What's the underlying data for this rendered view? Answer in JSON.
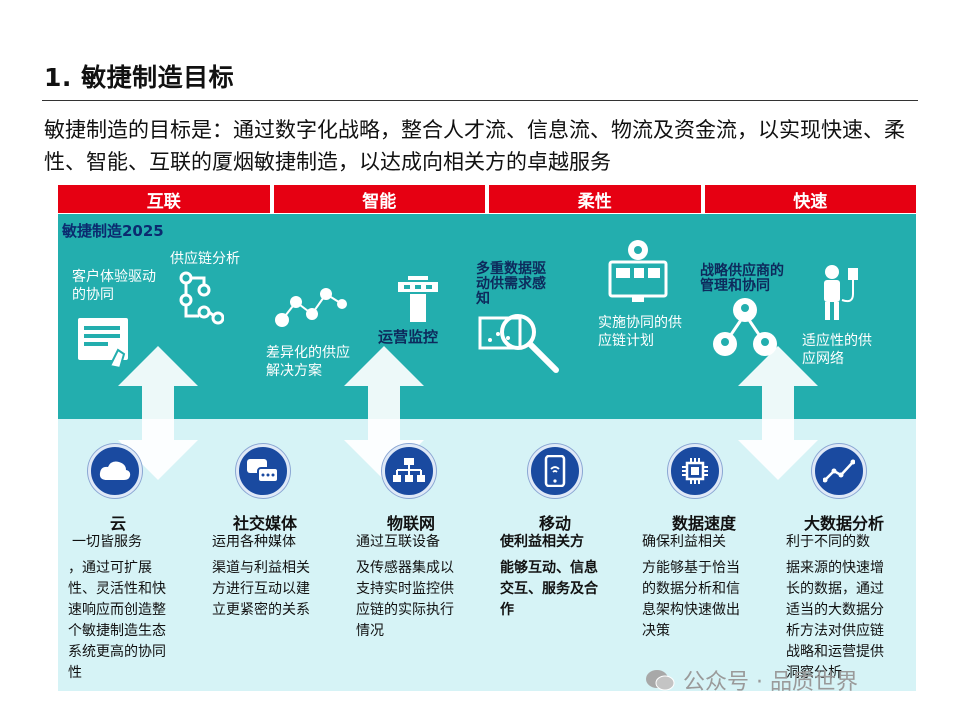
{
  "title": "1. 敏捷制造目标",
  "intro": "敏捷制造的目标是：通过数字化战略，整合人才流、信息流、物流及资金流，以实现快速、柔性、智能、互联的厦烟敏捷制造，以达成向相关方的卓越服务",
  "tabs": [
    "互联",
    "智能",
    "柔性",
    "快速"
  ],
  "panel_title": "敏捷制造2025",
  "upper": {
    "customer": "客户体验驱动的协同",
    "supply_chain": "供应链分析",
    "diff": "差异化的供应解决方案",
    "ops": "运营监控",
    "multi": "多重数据驱动供需求感知",
    "implement": "实施协同的供应链计划",
    "strategy": "战略供应商的管理和协同",
    "adaptive": "适应性的供应网络"
  },
  "channels": [
    {
      "title": "云",
      "lines": [
        "一切皆服务",
        "，通过可扩展性、灵活性和快速响应而创造整个敏捷制造生态系统更高的协同性"
      ]
    },
    {
      "title": "社交媒体",
      "lines": [
        "运用各种媒体",
        "渠道与利益相关方进行互动以建立更紧密的关系"
      ]
    },
    {
      "title": "物联网",
      "lines": [
        "通过互联设备",
        "及传感器集成以支持实时监控供应链的实际执行情况"
      ]
    },
    {
      "title": "移动",
      "lines": [
        "使利益相关方",
        "能够互动、信息交互、服务及合作"
      ]
    },
    {
      "title": "数据速度",
      "lines": [
        "确保利益相关",
        "方能够基于恰当的数据分析和信息架构快速做出决策"
      ]
    },
    {
      "title": "大数据分析",
      "lines": [
        "利于不同的数",
        "据来源的快速增长的数据，通过适当的大数据分析方法对供应链战略和运营提供洞察分析"
      ]
    }
  ],
  "watermark": "公众号 · 品质世界",
  "colors": {
    "accent_red": "#e60012",
    "teal": "#23aeae",
    "light_teal": "#d6f3f6",
    "navy": "#1a4aa0"
  }
}
